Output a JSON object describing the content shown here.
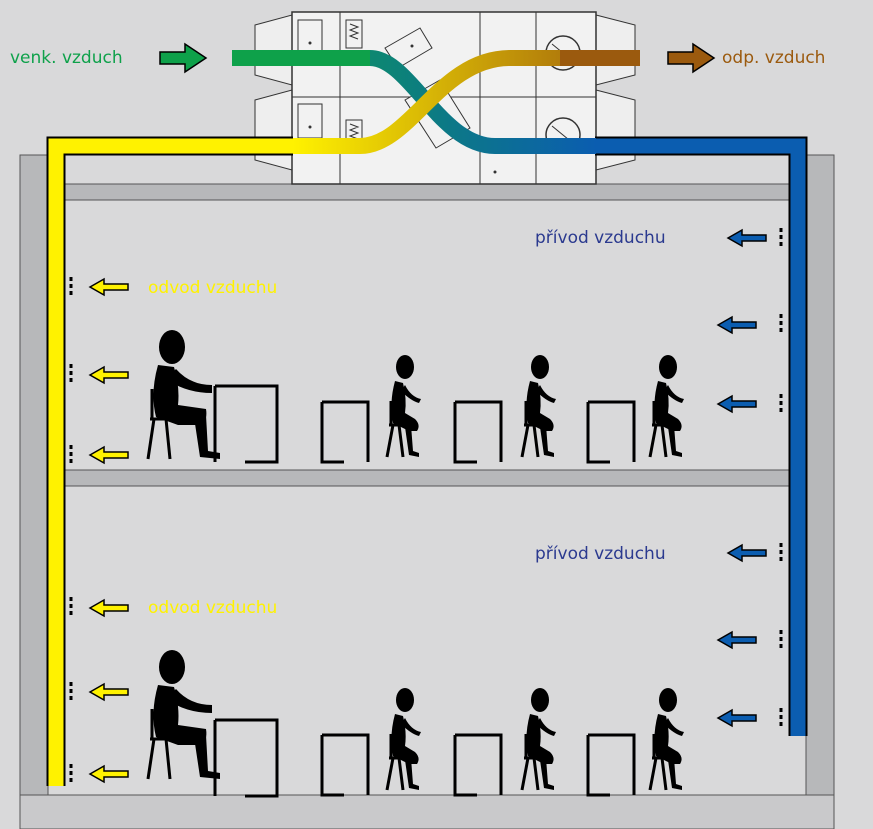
{
  "labels": {
    "outdoor_air": "venk. vzduch",
    "exhaust_air": "odp. vzduch",
    "supply_top": "přívod vzduchu",
    "supply_bottom": "přívod vzduchu",
    "extract_top": "odvod vzduchu",
    "extract_bottom": "odvod vzduchu"
  },
  "colors": {
    "background": "#d9d9da",
    "wall": "#b7b8ba",
    "outdoor_green": "#0ea14a",
    "exhaust_brown": "#9b5a0e",
    "supply_blue": "#0b5db0",
    "extract_yellow": "#fff200",
    "label_green": "#0ea14a",
    "label_brown": "#9b5a0e",
    "label_blue": "#2b3a8f",
    "label_yellow": "#fff200"
  },
  "icons": {
    "outdoor_arrow": "arrow-right-icon",
    "exhaust_arrow": "arrow-right-icon",
    "supply_arrows": "arrow-left-icon",
    "extract_arrows": "arrow-left-icon",
    "people": "seated-person-icon"
  }
}
